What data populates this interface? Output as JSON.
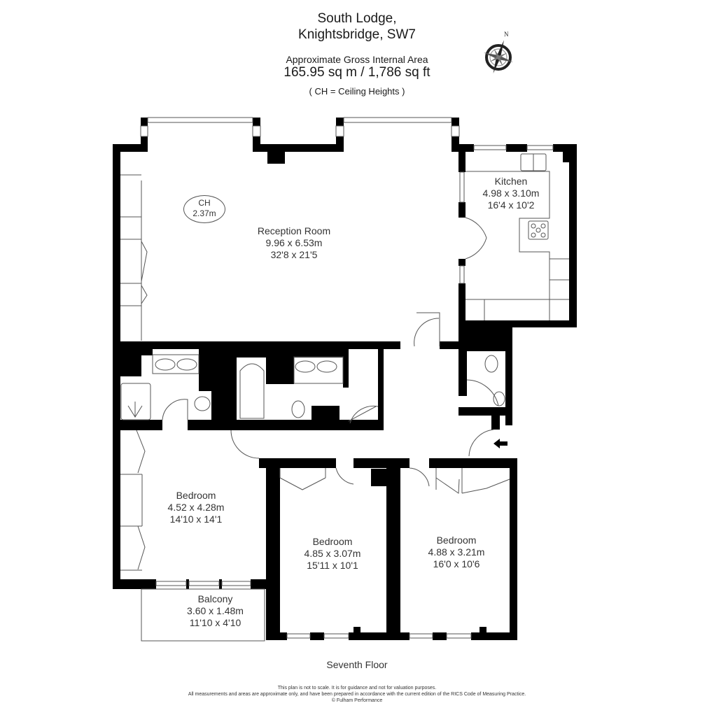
{
  "header": {
    "property_name": "South Lodge,",
    "location": "Knightsbridge, SW7",
    "area_label": "Approximate Gross Internal Area",
    "area_value": "165.95 sq m  /  1,786 sq ft",
    "legend_note": "( CH = Ceiling Heights )"
  },
  "compass": {
    "icon": "north-compass-icon",
    "label": "N"
  },
  "ceiling_height": {
    "label": "CH",
    "value": "2.37m"
  },
  "rooms": {
    "reception": {
      "name": "Reception Room",
      "metric": "9.96 x 6.53m",
      "imperial": "32'8 x 21'5"
    },
    "kitchen": {
      "name": "Kitchen",
      "metric": "4.98 x 3.10m",
      "imperial": "16'4 x 10'2"
    },
    "bedroom1": {
      "name": "Bedroom",
      "metric": "4.52 x 4.28m",
      "imperial": "14'10 x 14'1"
    },
    "balcony": {
      "name": "Balcony",
      "metric": "3.60 x 1.48m",
      "imperial": "11'10 x 4'10"
    },
    "bedroom2": {
      "name": "Bedroom",
      "metric": "4.85 x 3.07m",
      "imperial": "15'11 x 10'1"
    },
    "bedroom3": {
      "name": "Bedroom",
      "metric": "4.88 x 3.21m",
      "imperial": "16'0 x 10'6"
    }
  },
  "floor_label": "Seventh Floor",
  "disclaimer": {
    "line1": "This plan is not to scale. It is for guidance and not for valuation purposes.",
    "line2": "All measurements and areas are approximate only, and have been prepared in accordance with the current edition of the RICS Code of Measuring Practice.",
    "line3": "© Fulham Performance"
  },
  "colors": {
    "wall": "#000000",
    "background": "#ffffff",
    "text": "#333333"
  }
}
